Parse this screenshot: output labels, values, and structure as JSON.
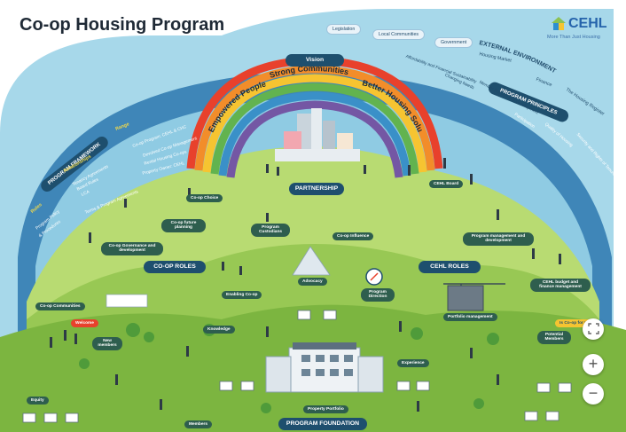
{
  "title": "Co-op Housing Program",
  "logo": {
    "name": "CEHL",
    "tagline": "More Than Just Housing"
  },
  "vision": {
    "heading": "Vision",
    "arcs": [
      "Empowered People",
      "Strong Communities",
      "Better Housing Solutions"
    ]
  },
  "external_environment": {
    "heading": "EXTERNAL ENVIRONMENT",
    "items": [
      "Legislation",
      "Local Communities",
      "Government",
      "Housing Market",
      "Finance",
      "The Housing Register"
    ]
  },
  "program_principles": {
    "heading": "PROGRAM PRINCIPLES",
    "items": [
      "Affordability and Financial Sustainability",
      "Changing Needs",
      "Member Support and Development",
      "Participation",
      "Quality of Housing",
      "Security and Rights of Tenure"
    ]
  },
  "program_framework": {
    "heading": "PROGRAM FRAMEWORK",
    "range_heading": "Range",
    "range_items": [
      "Co-op Program: CEHL & CHC",
      "Devolved Co-op Management",
      "Rental Housing Co-ops",
      "Property Owner: CEHL",
      "Relationships"
    ],
    "relationships_heading": "Relationships",
    "relationships_items": [
      "Tenancy Agreements",
      "Board Rules",
      "LCA",
      "Terms & Program Agreements"
    ],
    "rules_heading": "Rules",
    "rules_items": [
      "Program Policy",
      "& Procedures"
    ]
  },
  "sections": {
    "partnership": "PARTNERSHIP",
    "coop_roles": "CO-OP ROLES",
    "cehl_roles": "CEHL ROLES",
    "program_foundation": "PROGRAM FOUNDATION"
  },
  "labels": {
    "coop_choice": "Co-op Choice",
    "coop_future_planning": "Co-op future planning",
    "program_custodians": "Program Custodians",
    "coop_influence": "Co-op Influence",
    "cehl_board": "CEHL Board",
    "coop_governance": "Co-op Governance and development",
    "program_mgmt": "Program management and development",
    "advocacy": "Advocacy",
    "enabling_coop": "Enabling Co-op",
    "program_direction": "Program Direction",
    "coop_communities": "Co-op Communities",
    "cehl_budget": "CEHL budget and finance management",
    "portfolio_mgmt": "Portfolio management",
    "new_members": "New members",
    "welcome": "Welcome",
    "knowledge": "Knowledge",
    "experience": "Experience",
    "potential_members": "Potential Members",
    "coop_banner": "Is Co-op for you?",
    "equity": "Equity",
    "property_portfolio": "Property Portfolio",
    "members": "Members"
  },
  "controls": {
    "fit": "fit-icon",
    "zoom_in": "+",
    "zoom_out": "−"
  },
  "colors": {
    "sky": "#9ad3e7",
    "dome": "#3a7fb0",
    "ground": "#8cc152",
    "dark_green": "#4f9b3a",
    "label_bg": "#2e5e4e",
    "pill_bg": "#1e4f6e",
    "rainbow": [
      "#e8412c",
      "#f28d2a",
      "#f6c431",
      "#62b34f",
      "#3a90c8",
      "#7457a4"
    ]
  }
}
